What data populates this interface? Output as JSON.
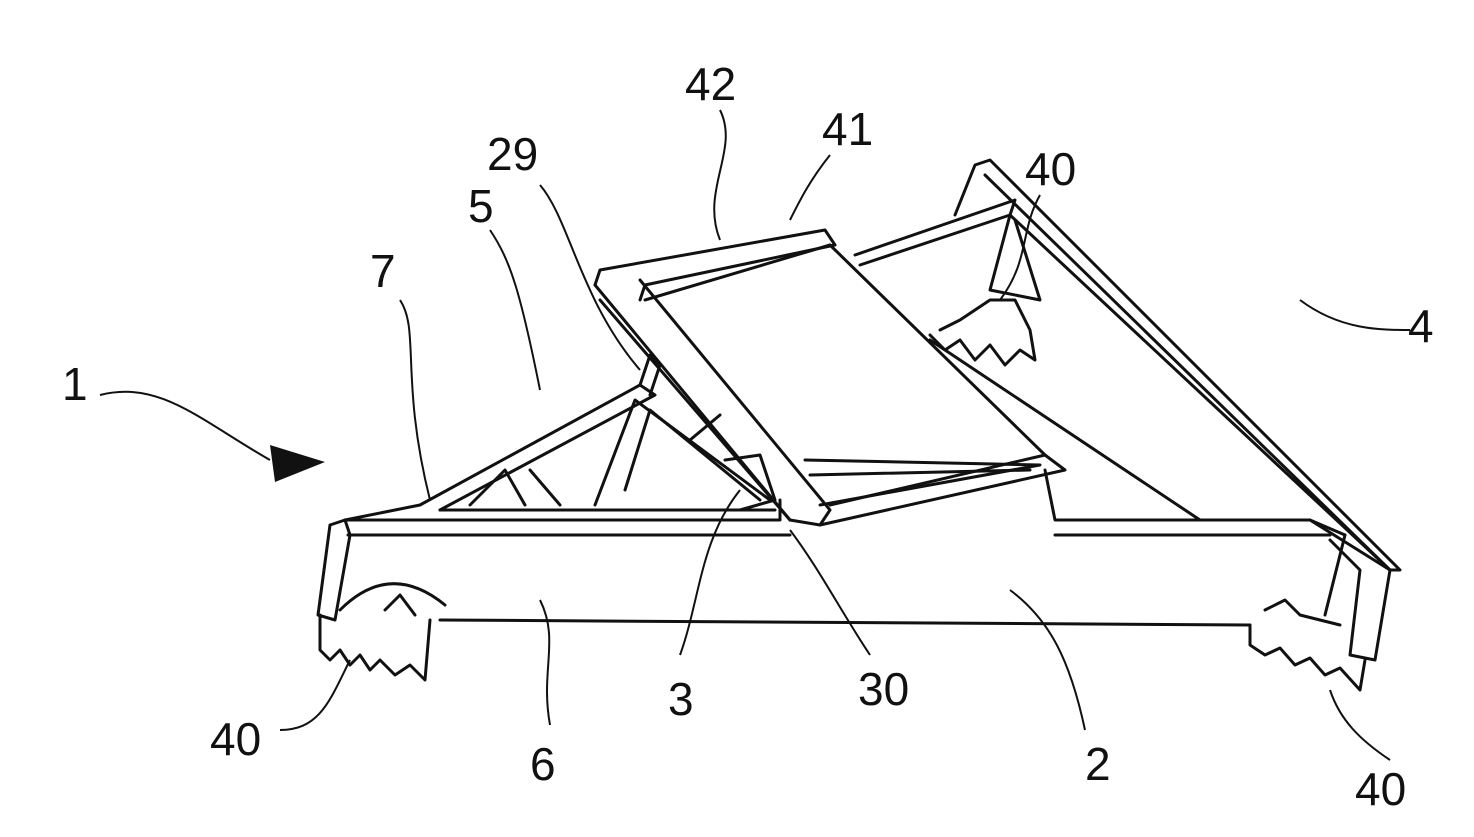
{
  "figure": {
    "labels": {
      "assembly": "1",
      "base_beam": "2",
      "lower_frame": "3",
      "upper_frame": "4",
      "strut": "5",
      "beam_section": "6",
      "side_frame": "7",
      "support_post": "29",
      "pivot_bracket": "30",
      "anchor_top": "40",
      "anchor_left": "40",
      "anchor_right": "40",
      "panel": "41",
      "panel_frame": "42"
    },
    "colors": {
      "ink": "#111111",
      "background": "#ffffff"
    }
  }
}
